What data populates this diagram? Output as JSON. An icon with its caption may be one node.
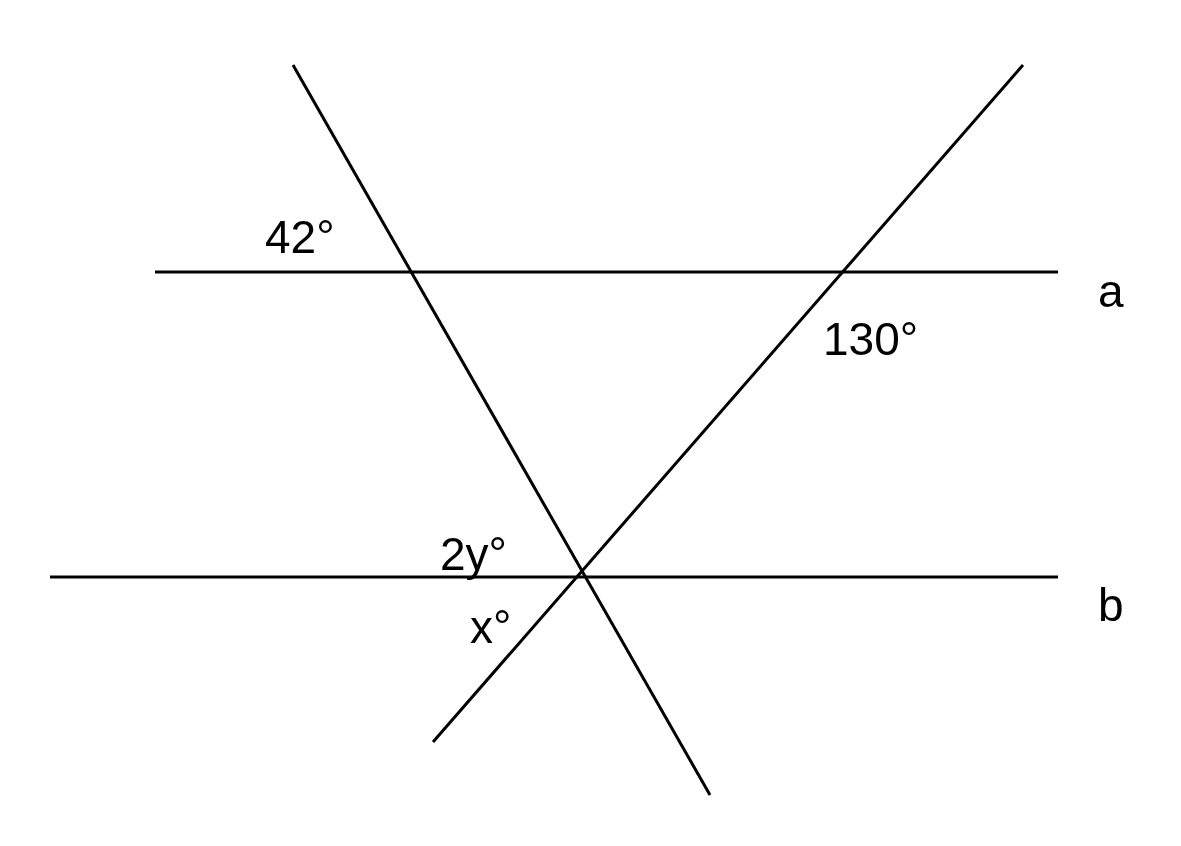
{
  "diagram": {
    "labels": [
      "42°",
      "a",
      "130°",
      "2y°",
      "x°",
      "b"
    ]
  }
}
